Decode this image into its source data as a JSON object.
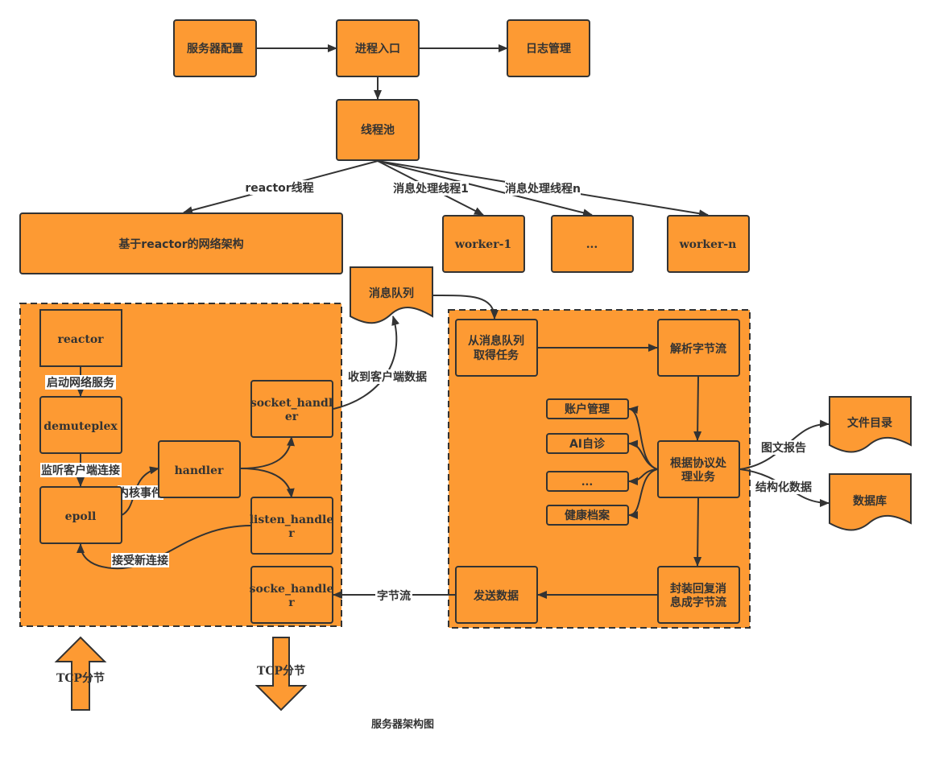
{
  "nodes": {
    "server_config": "服务器配置",
    "process_entry": "进程入口",
    "log_mgmt": "日志管理",
    "thread_pool": "线程池",
    "reactor_arch": "基于reactor的网络架构",
    "worker_1": "worker-1",
    "worker_dots": "...",
    "worker_n": "worker-n",
    "message_queue": "消息队列",
    "reactor": "reactor",
    "demuteplex": "demuteplex",
    "epoll": "epoll",
    "handler": "handler",
    "socket_handler_1": "socket_handl",
    "socket_handler_2": "er",
    "listen_handler_1": "listen_handle",
    "listen_handler_2": "r",
    "socke_handler_1": "socke_handle",
    "socke_handler_2": "r",
    "take_task_1": "从消息队列",
    "take_task_2": "取得任务",
    "parse_stream": "解析字节流",
    "account_mgmt": "账户管理",
    "ai_diagnosis": "AI自诊",
    "service_dots": "...",
    "health_records": "健康档案",
    "protocol_1": "根据协议处",
    "protocol_2": "理业务",
    "pack_reply_1": "封装回复消",
    "pack_reply_2": "息成字节流",
    "send_data": "发送数据",
    "file_dir": "文件目录",
    "database": "数据库",
    "tcp_in": "TCP分节",
    "tcp_out": "TCP分节"
  },
  "edges": {
    "reactor_thread": "reactor线程",
    "msg_thread_1": "消息处理线程1",
    "msg_thread_n": "消息处理线程n",
    "start_network": "启动网络服务",
    "listen_client": "监听客户端连接",
    "kernel_event": "内核事件",
    "accept_conn": "接受新连接",
    "recv_client_data": "收到客户端数据",
    "byte_stream": "字节流",
    "graphic_report": "图文报告",
    "structured_data": "结构化数据"
  },
  "caption": "服务器架构图",
  "colors": {
    "fill": "#fd9a33",
    "stroke": "#333333"
  }
}
